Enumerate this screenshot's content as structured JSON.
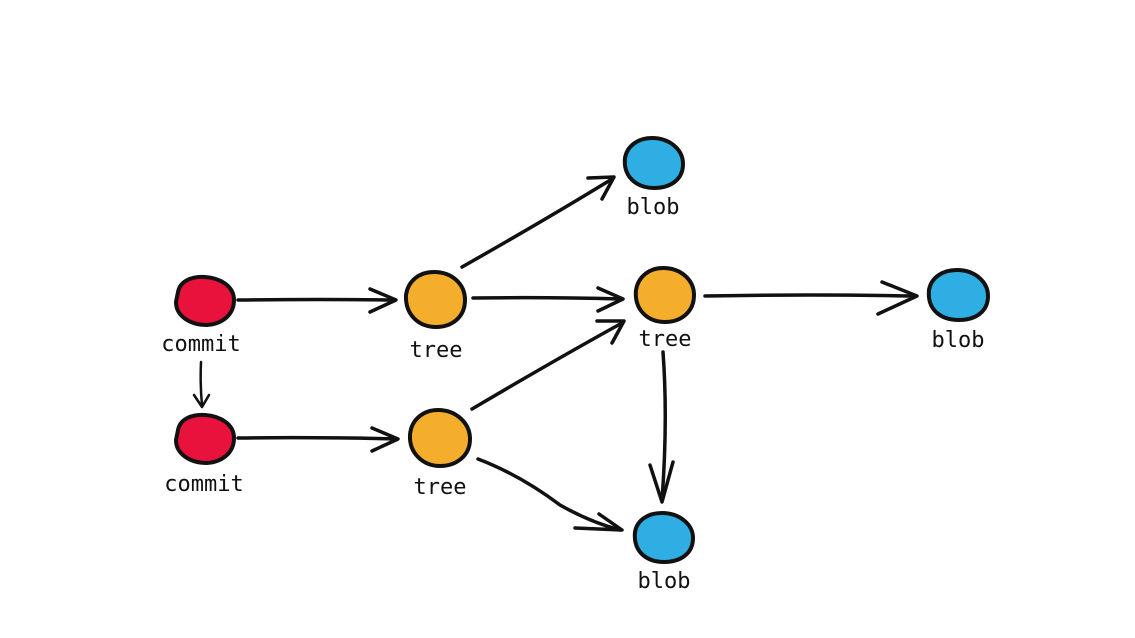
{
  "colors": {
    "commit": "#e8123d",
    "tree": "#f4ae2b",
    "blob": "#2eaee2",
    "stroke": "#111111"
  },
  "nodes": [
    {
      "id": "commit-1",
      "type": "commit",
      "label": "commit"
    },
    {
      "id": "commit-2",
      "type": "commit",
      "label": "commit"
    },
    {
      "id": "tree-1",
      "type": "tree",
      "label": "tree"
    },
    {
      "id": "tree-2",
      "type": "tree",
      "label": "tree"
    },
    {
      "id": "tree-3",
      "type": "tree",
      "label": "tree"
    },
    {
      "id": "blob-1",
      "type": "blob",
      "label": "blob"
    },
    {
      "id": "blob-2",
      "type": "blob",
      "label": "blob"
    },
    {
      "id": "blob-3",
      "type": "blob",
      "label": "blob"
    }
  ],
  "edges": [
    {
      "from": "commit-1",
      "to": "tree-1"
    },
    {
      "from": "commit-1",
      "to": "commit-2"
    },
    {
      "from": "commit-2",
      "to": "tree-2"
    },
    {
      "from": "tree-1",
      "to": "blob-1"
    },
    {
      "from": "tree-1",
      "to": "tree-3"
    },
    {
      "from": "tree-2",
      "to": "tree-3"
    },
    {
      "from": "tree-2",
      "to": "blob-3"
    },
    {
      "from": "tree-3",
      "to": "blob-2"
    },
    {
      "from": "tree-3",
      "to": "blob-3"
    }
  ]
}
